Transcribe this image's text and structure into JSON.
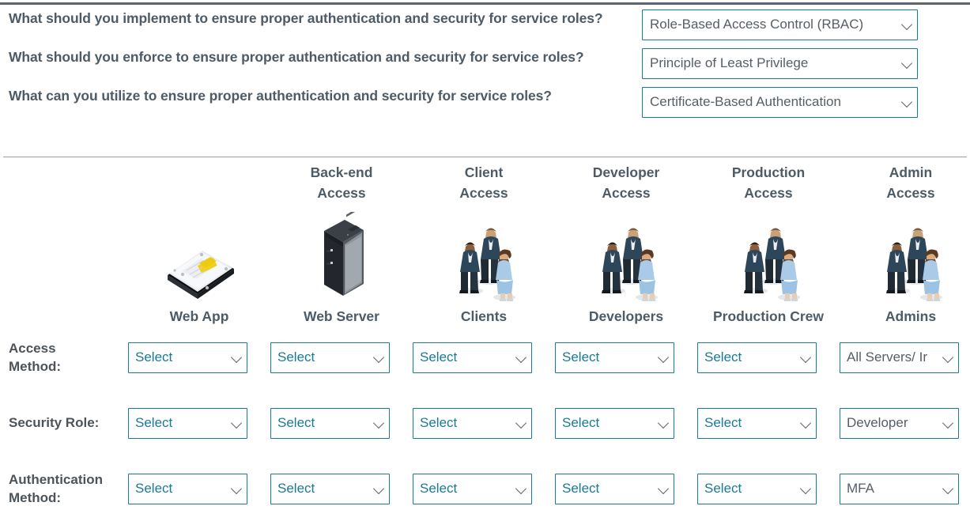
{
  "questions": [
    {
      "text": "What should you implement to ensure proper authentication and security for service roles?",
      "selected": "Role-Based Access Control (RBAC)",
      "name": "question-implement"
    },
    {
      "text": "What should you enforce to ensure proper authentication and security for service roles?",
      "selected": "Principle of Least Privilege",
      "name": "question-enforce"
    },
    {
      "text": "What can you utilize to ensure proper authentication and security for service roles?",
      "selected": "Certificate-Based Authentication",
      "name": "question-utilize"
    }
  ],
  "columns": [
    {
      "access": "",
      "name": "Web App",
      "icon": "hard-drive-icon"
    },
    {
      "access": "Back-end\nAccess",
      "access_line1": "Back-end",
      "access_line2": "Access",
      "name": "Web Server",
      "icon": "server-rack-icon"
    },
    {
      "access_line1": "Client",
      "access_line2": "Access",
      "name": "Clients",
      "icon": "people-group-icon"
    },
    {
      "access_line1": "Developer",
      "access_line2": "Access",
      "name": "Developers",
      "icon": "people-group-icon"
    },
    {
      "access_line1": "Production",
      "access_line2": "Access",
      "name": "Production Crew",
      "icon": "people-group-icon"
    },
    {
      "access_line1": "Admin",
      "access_line2": "Access",
      "name": "Admins",
      "icon": "people-group-icon"
    }
  ],
  "rows": [
    {
      "label_line1": "Access",
      "label_line2": "Method:",
      "name": "access-method",
      "values": [
        "Select",
        "Select",
        "Select",
        "Select",
        "Select",
        "All Servers/ Ir"
      ],
      "chosen": [
        false,
        false,
        false,
        false,
        false,
        true
      ]
    },
    {
      "label_line1": "Security Role:",
      "label_line2": "",
      "name": "security-role",
      "values": [
        "Select",
        "Select",
        "Select",
        "Select",
        "Select",
        "Developer"
      ],
      "chosen": [
        false,
        false,
        false,
        false,
        false,
        true
      ]
    },
    {
      "label_line1": "Authentication",
      "label_line2": "Method:",
      "name": "authentication-method",
      "values": [
        "Select",
        "Select",
        "Select",
        "Select",
        "Select",
        "MFA"
      ],
      "chosen": [
        false,
        false,
        false,
        false,
        false,
        true
      ]
    }
  ],
  "colors": {
    "accent_border": "#1a7a96",
    "heading_text": "#4d5b66",
    "label_text": "#4c5359",
    "placeholder_text": "#1a7a96",
    "top_rule": "#5b6670",
    "divider": "#98a0a8"
  },
  "placeholder_label": "Select"
}
